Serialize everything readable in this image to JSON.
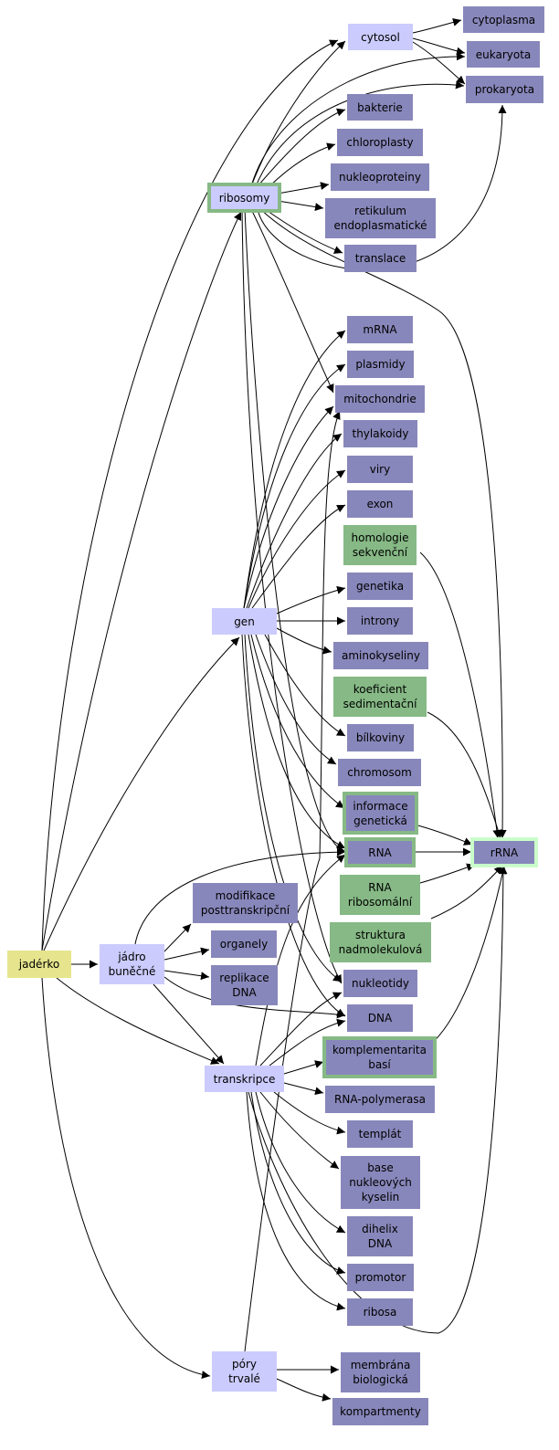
{
  "palette": {
    "root": "#e6e58d",
    "hub": "#cbcbfd",
    "term": "#8887bb",
    "attribute": "#86b985",
    "highlight_border": "#86b985",
    "target_border": "#c9fdc9"
  },
  "nodes": {
    "jaderko": "jadérko",
    "jadro_bunecne": "jádro\nbuněčné",
    "ribosomy": "ribosomy",
    "gen": "gen",
    "transkripce": "transkripce",
    "pory_trvale": "póry\ntrvalé",
    "cytosol": "cytosol",
    "cytoplasma": "cytoplasma",
    "eukaryota": "eukaryota",
    "prokaryota": "prokaryota",
    "bakterie": "bakterie",
    "chloroplasty": "chloroplasty",
    "nukleoproteiny": "nukleoproteiny",
    "retikulum": "retikulum\nendoplasmatické",
    "translace": "translace",
    "mrna": "mRNA",
    "plasmidy": "plasmidy",
    "mitochondrie": "mitochondrie",
    "thylakoidy": "thylakoidy",
    "viry": "viry",
    "exon": "exon",
    "homologie": "homologie\nsekvenční",
    "genetika": "genetika",
    "introny": "introny",
    "aminokyseliny": "aminokyseliny",
    "koeficient": "koeficient\nsedimentační",
    "bilkoviny": "bílkoviny",
    "chromosom": "chromosom",
    "informace": "informace\ngenetická",
    "rna": "RNA",
    "rrna": "rRNA",
    "rna_ribosomalni": "RNA\nribosomální",
    "struktura": "struktura\nnadmolekulová",
    "modifikace": "modifikace\nposttranskripční",
    "organely": "organely",
    "replikace": "replikace\nDNA",
    "nukleotidy": "nukleotidy",
    "dna": "DNA",
    "komplementarita": "komplementarita\nbasí",
    "rna_polymerasa": "RNA-polymerasa",
    "templat": "templát",
    "base": "base\nnukleových\nkyselin",
    "dihelix": "dihelix\nDNA",
    "promotor": "promotor",
    "ribosa": "ribosa",
    "membrana": "membrána\nbiologická",
    "kompartmenty": "kompartmenty"
  }
}
